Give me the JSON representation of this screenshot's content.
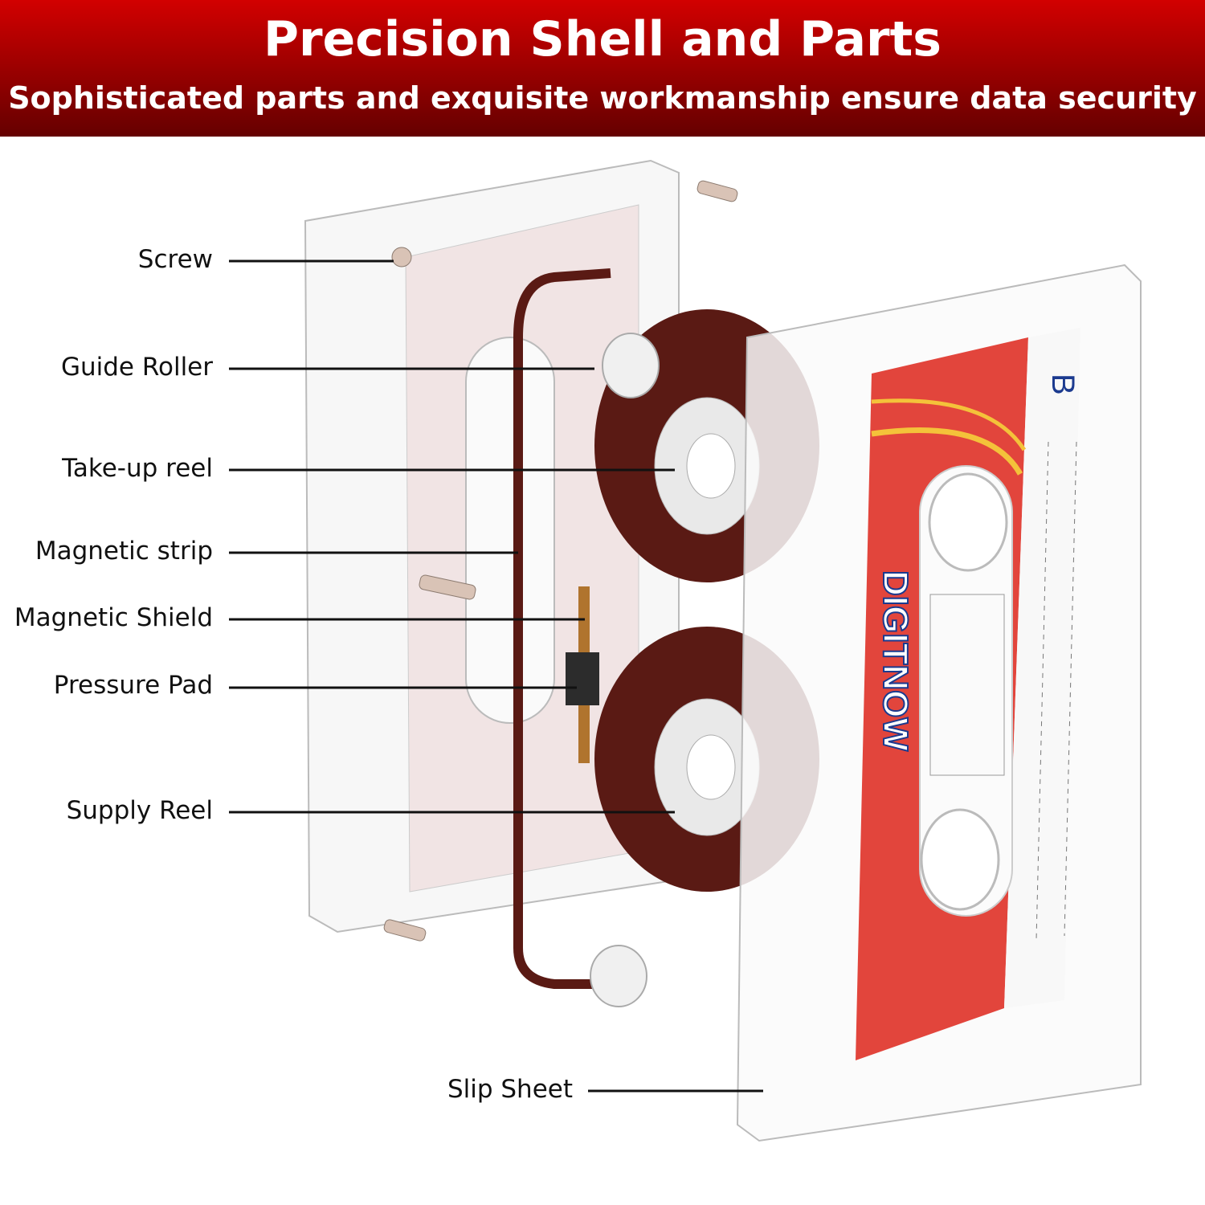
{
  "header": {
    "title": "Precision Shell and Parts",
    "subtitle": "Sophisticated parts and exquisite workmanship ensure data security"
  },
  "labels": {
    "screw": "Screw",
    "guide_roller": "Guide Roller",
    "take_up_reel": "Take-up reel",
    "magnetic_strip": "Magnetic strip",
    "magnetic_shield": "Magnetic Shield",
    "pressure_pad": "Pressure Pad",
    "supply_reel": "Supply Reel",
    "slip_sheet": "Slip Sheet"
  },
  "cassette": {
    "side": "B",
    "brand": "DIGITNOW"
  },
  "colors": {
    "header_top": "#d20000",
    "header_bottom": "#650000",
    "label_red": "#e2453c",
    "tape": "#5a1a14",
    "brand_blue": "#1b3a8f"
  }
}
